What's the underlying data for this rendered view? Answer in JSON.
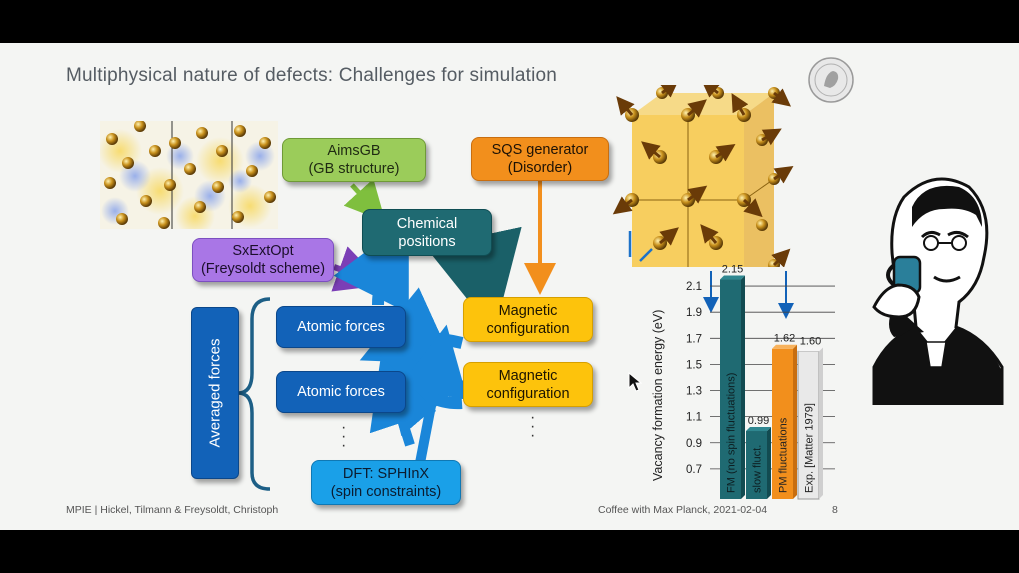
{
  "slide": {
    "title": "Multiphysical nature of defects: Challenges for simulation",
    "page_number": "8"
  },
  "boxes": {
    "aimsgb": "AimsGB\n(GB structure)",
    "sqs": "SQS generator\n(Disorder)",
    "chemical": "Chemical\npositions",
    "sxextopt": "SxExtOpt\n(Freysoldt scheme)",
    "magnetic1": "Magnetic\nconfiguration",
    "magnetic2": "Magnetic\nconfiguration",
    "atomic1": "Atomic forces",
    "atomic2": "Atomic forces",
    "averaged": "Averaged forces",
    "dft": "DFT: SPHInX\n(spin constraints)"
  },
  "footer": {
    "left": "MPIE | Hickel, Tilmann & Freysoldt, Christoph",
    "right": "Coffee with Max Planck, 2021-02-04"
  },
  "colors": {
    "green": "#9bcc5a",
    "orange": "#f28f1c",
    "teal": "#1f6a72",
    "purple": "#a976e6",
    "blue": "#1262b8",
    "light_blue": "#1aa0e8",
    "yellow": "#fdc30c"
  },
  "chart_data": {
    "type": "bar",
    "ylabel": "Vacancy formation energy (eV)",
    "yticks": [
      "0.7",
      "0.9",
      "1.1",
      "1.3",
      "1.5",
      "1.7",
      "1.9",
      "2.1"
    ],
    "ylim": [
      0.5,
      2.2
    ],
    "bars": [
      {
        "label": "FM (no spin fluctuations)",
        "value": 2.15,
        "value_label": "2.15",
        "color": "#1f6a72"
      },
      {
        "label": "slow fluct.",
        "value": 0.99,
        "value_label": "0.99",
        "color": "#1f6a72"
      },
      {
        "label": "PM fluctuations",
        "value": 1.62,
        "value_label": "1.62",
        "color": "#f28f1c"
      },
      {
        "label": "Exp. [Matter 1979]",
        "value": 1.6,
        "value_label": "1.60",
        "color": "#e9e9e9"
      }
    ]
  }
}
